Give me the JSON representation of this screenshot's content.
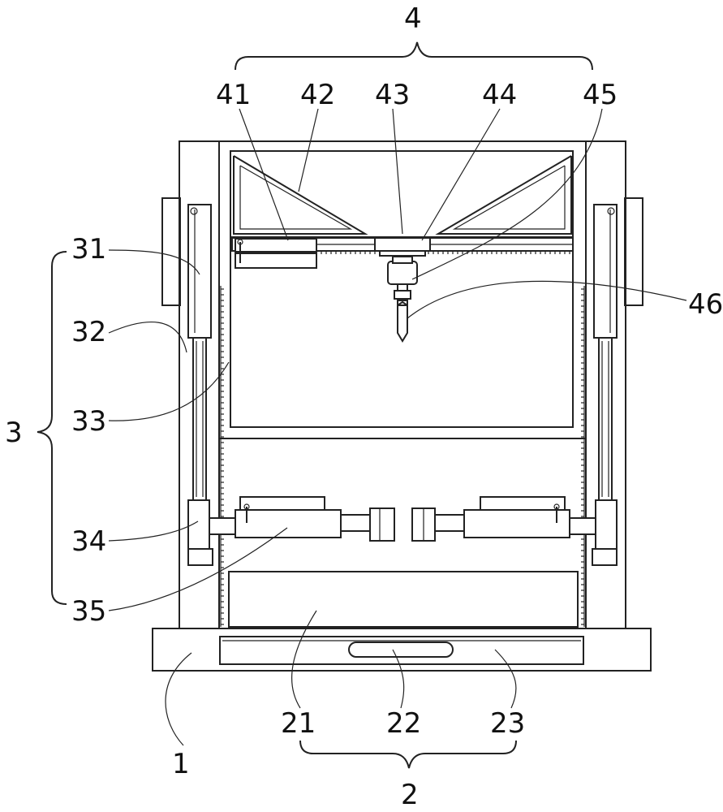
{
  "labels": {
    "l1": "1",
    "l2": "2",
    "l21": "21",
    "l22": "22",
    "l23": "23",
    "l3": "3",
    "l31": "31",
    "l32": "32",
    "l33": "33",
    "l34": "34",
    "l35": "35",
    "l4": "4",
    "l41": "41",
    "l42": "42",
    "l43": "43",
    "l44": "44",
    "l45": "45",
    "l46": "46"
  }
}
